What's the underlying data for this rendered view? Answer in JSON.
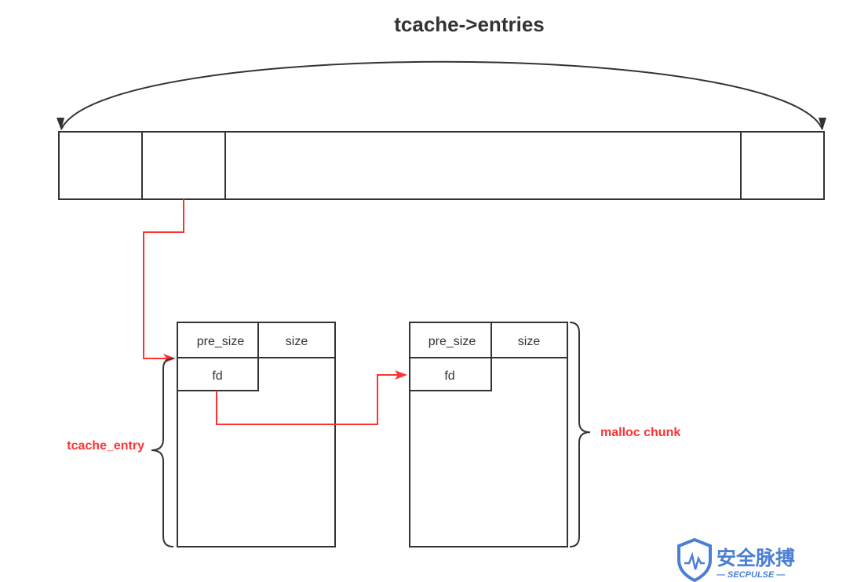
{
  "title": "tcache->entries",
  "chunk_left": {
    "pre_size": "pre_size",
    "size": "size",
    "fd": "fd"
  },
  "chunk_right": {
    "pre_size": "pre_size",
    "size": "size",
    "fd": "fd"
  },
  "labels": {
    "tcache_entry": "tcache_entry",
    "malloc_chunk": "malloc chunk"
  },
  "logo": {
    "name_cn": "安全脉搏",
    "name_en": "— SECPULSE —"
  },
  "colors": {
    "line": "#333333",
    "pointer": "#ff3333",
    "logo": "#4a7fd6"
  }
}
